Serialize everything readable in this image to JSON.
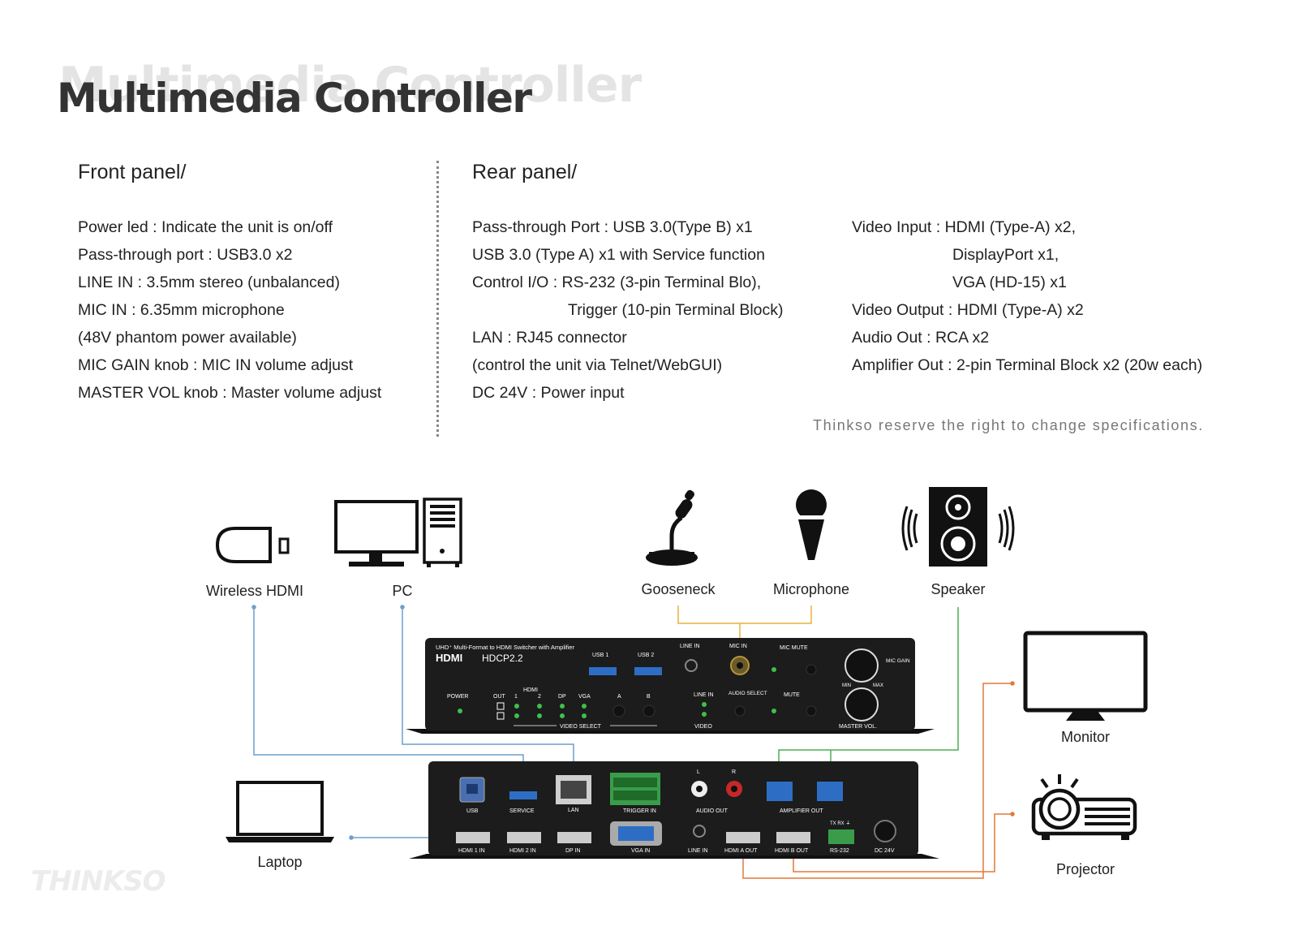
{
  "title": "Multimedia Controller",
  "front_panel": {
    "heading": "Front panel/",
    "lines": [
      "Power led : Indicate the unit is on/off",
      "Pass-through port : USB3.0 x2",
      "LINE IN : 3.5mm stereo (unbalanced)",
      "MIC IN : 6.35mm microphone",
      "(48V phantom power available)",
      "MIC GAIN knob : MIC IN volume adjust",
      "MASTER VOL knob : Master volume adjust"
    ]
  },
  "rear_panel": {
    "heading": "Rear panel/",
    "col1": [
      "Pass-through Port : USB 3.0(Type B) x1",
      "USB 3.0 (Type A) x1 with Service function",
      "Control I/O : RS-232 (3-pin Terminal Blo),",
      "Trigger (10-pin Terminal Block)",
      "LAN : RJ45 connector",
      "(control the unit via Telnet/WebGUI)",
      "DC 24V : Power input"
    ],
    "col2": [
      "Video Input : HDMI (Type-A) x2,",
      "DisplayPort x1,",
      "VGA (HD-15) x1",
      "Video Output : HDMI (Type-A) x2",
      "Audio Out : RCA x2",
      "Amplifier Out : 2-pin Terminal Block x2 (20w each)"
    ]
  },
  "note": "Thinkso reserve the right to change specifications.",
  "logo": "THINKSO",
  "devices": {
    "wireless_hdmi": "Wireless HDMI",
    "pc": "PC",
    "gooseneck": "Gooseneck",
    "microphone": "Microphone",
    "speaker": "Speaker",
    "monitor": "Monitor",
    "projector": "Projector",
    "laptop": "Laptop"
  },
  "front_unit": {
    "brand_line": "UHD⁺ Multi-Format to HDMI Switcher with Amplifier",
    "hdmi": "HDMI",
    "hdcp": "HDCP2.2",
    "usb1": "USB 1",
    "usb2": "USB 2",
    "line_in": "LINE IN",
    "mic_in": "MIC IN",
    "mic_mute": "MIC MUTE",
    "mic_gain": "MIC GAIN",
    "min": "MIN",
    "max": "MAX",
    "power": "POWER",
    "out": "OUT",
    "hdmi_group": "HDMI",
    "in1": "1",
    "in2": "2",
    "dp": "DP",
    "vga": "VGA",
    "a": "A",
    "b": "B",
    "line_in2": "LINE IN",
    "audio_select": "AUDIO SELECT",
    "mute": "MUTE",
    "video_select": "VIDEO SELECT",
    "video": "VIDEO",
    "master_vol": "MASTER VOL."
  },
  "rear_unit": {
    "usb": "USB",
    "service": "SERVICE",
    "lan": "LAN",
    "trigger_in": "TRIGGER IN",
    "l": "L",
    "r": "R",
    "audio_out": "AUDIO OUT",
    "amplifier_out": "AMPLIFIER OUT",
    "txrx": "TX RX ⏚",
    "hdmi1_in": "HDMI 1 IN",
    "hdmi2_in": "HDMI 2 IN",
    "dp_in": "DP IN",
    "vga_in": "VGA IN",
    "line_in": "LINE IN",
    "hdmi_a_out": "HDMI A OUT",
    "hdmi_b_out": "HDMI B OUT",
    "rs232": "RS-232",
    "dc24v": "DC 24V"
  },
  "colors": {
    "video_line": "#6d9ed0",
    "mic_line": "#e8b23a",
    "speaker_line": "#4caf50",
    "output_line": "#e07a3a",
    "unit_body": "#1c1c1c"
  }
}
